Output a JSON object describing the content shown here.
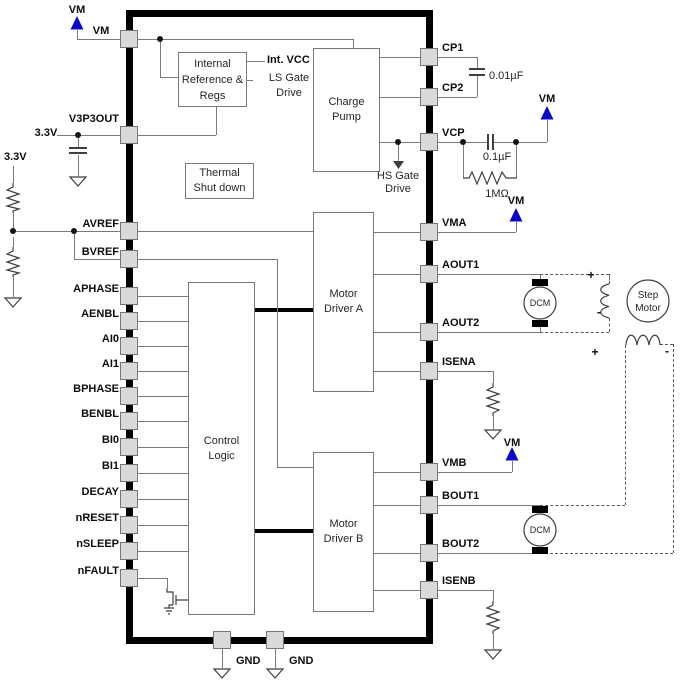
{
  "power": {
    "vm": "VM",
    "v33": "3.3V",
    "gnd": "GND"
  },
  "pins": {
    "left": [
      "VM",
      "V3P3OUT",
      "AVREF",
      "BVREF",
      "APHASE",
      "AENBL",
      "AI0",
      "AI1",
      "BPHASE",
      "BENBL",
      "BI0",
      "BI1",
      "DECAY",
      "nRESET",
      "nSLEEP",
      "nFAULT"
    ],
    "right": [
      "CP1",
      "CP2",
      "VCP",
      "VMA",
      "AOUT1",
      "AOUT2",
      "ISENA",
      "VMB",
      "BOUT1",
      "BOUT2",
      "ISENB"
    ],
    "bottom": [
      "GND",
      "GND"
    ]
  },
  "blocks": {
    "internal_ref": [
      "Internal",
      "Reference &",
      "Regs"
    ],
    "charge_pump": [
      "Charge",
      "Pump"
    ],
    "thermal_shutdown": [
      "Thermal",
      "Shut down"
    ],
    "control_logic": [
      "Control",
      "Logic"
    ],
    "motor_driver_a": [
      "Motor",
      "Driver A"
    ],
    "motor_driver_b": [
      "Motor",
      "Driver B"
    ]
  },
  "signals": {
    "int_vcc": "Int. VCC",
    "ls_gate_drive": [
      "LS Gate",
      "Drive"
    ],
    "hs_gate_drive": [
      "HS Gate",
      "Drive"
    ]
  },
  "components": {
    "cp_capacitor": "0.01µF",
    "vcp_capacitor": "0.1µF",
    "vcp_resistor": "1MΩ",
    "dc_motor_a": "DCM",
    "dc_motor_b": "DCM",
    "step_motor": [
      "Step",
      "Motor"
    ],
    "plus": "+",
    "minus": "-"
  },
  "colors": {
    "vm_arrow_blue": "#0a0ac6",
    "pin_fill": "#d9d9d9",
    "wire_gray": "#7a7a7a",
    "chip_outline": "#000000"
  }
}
